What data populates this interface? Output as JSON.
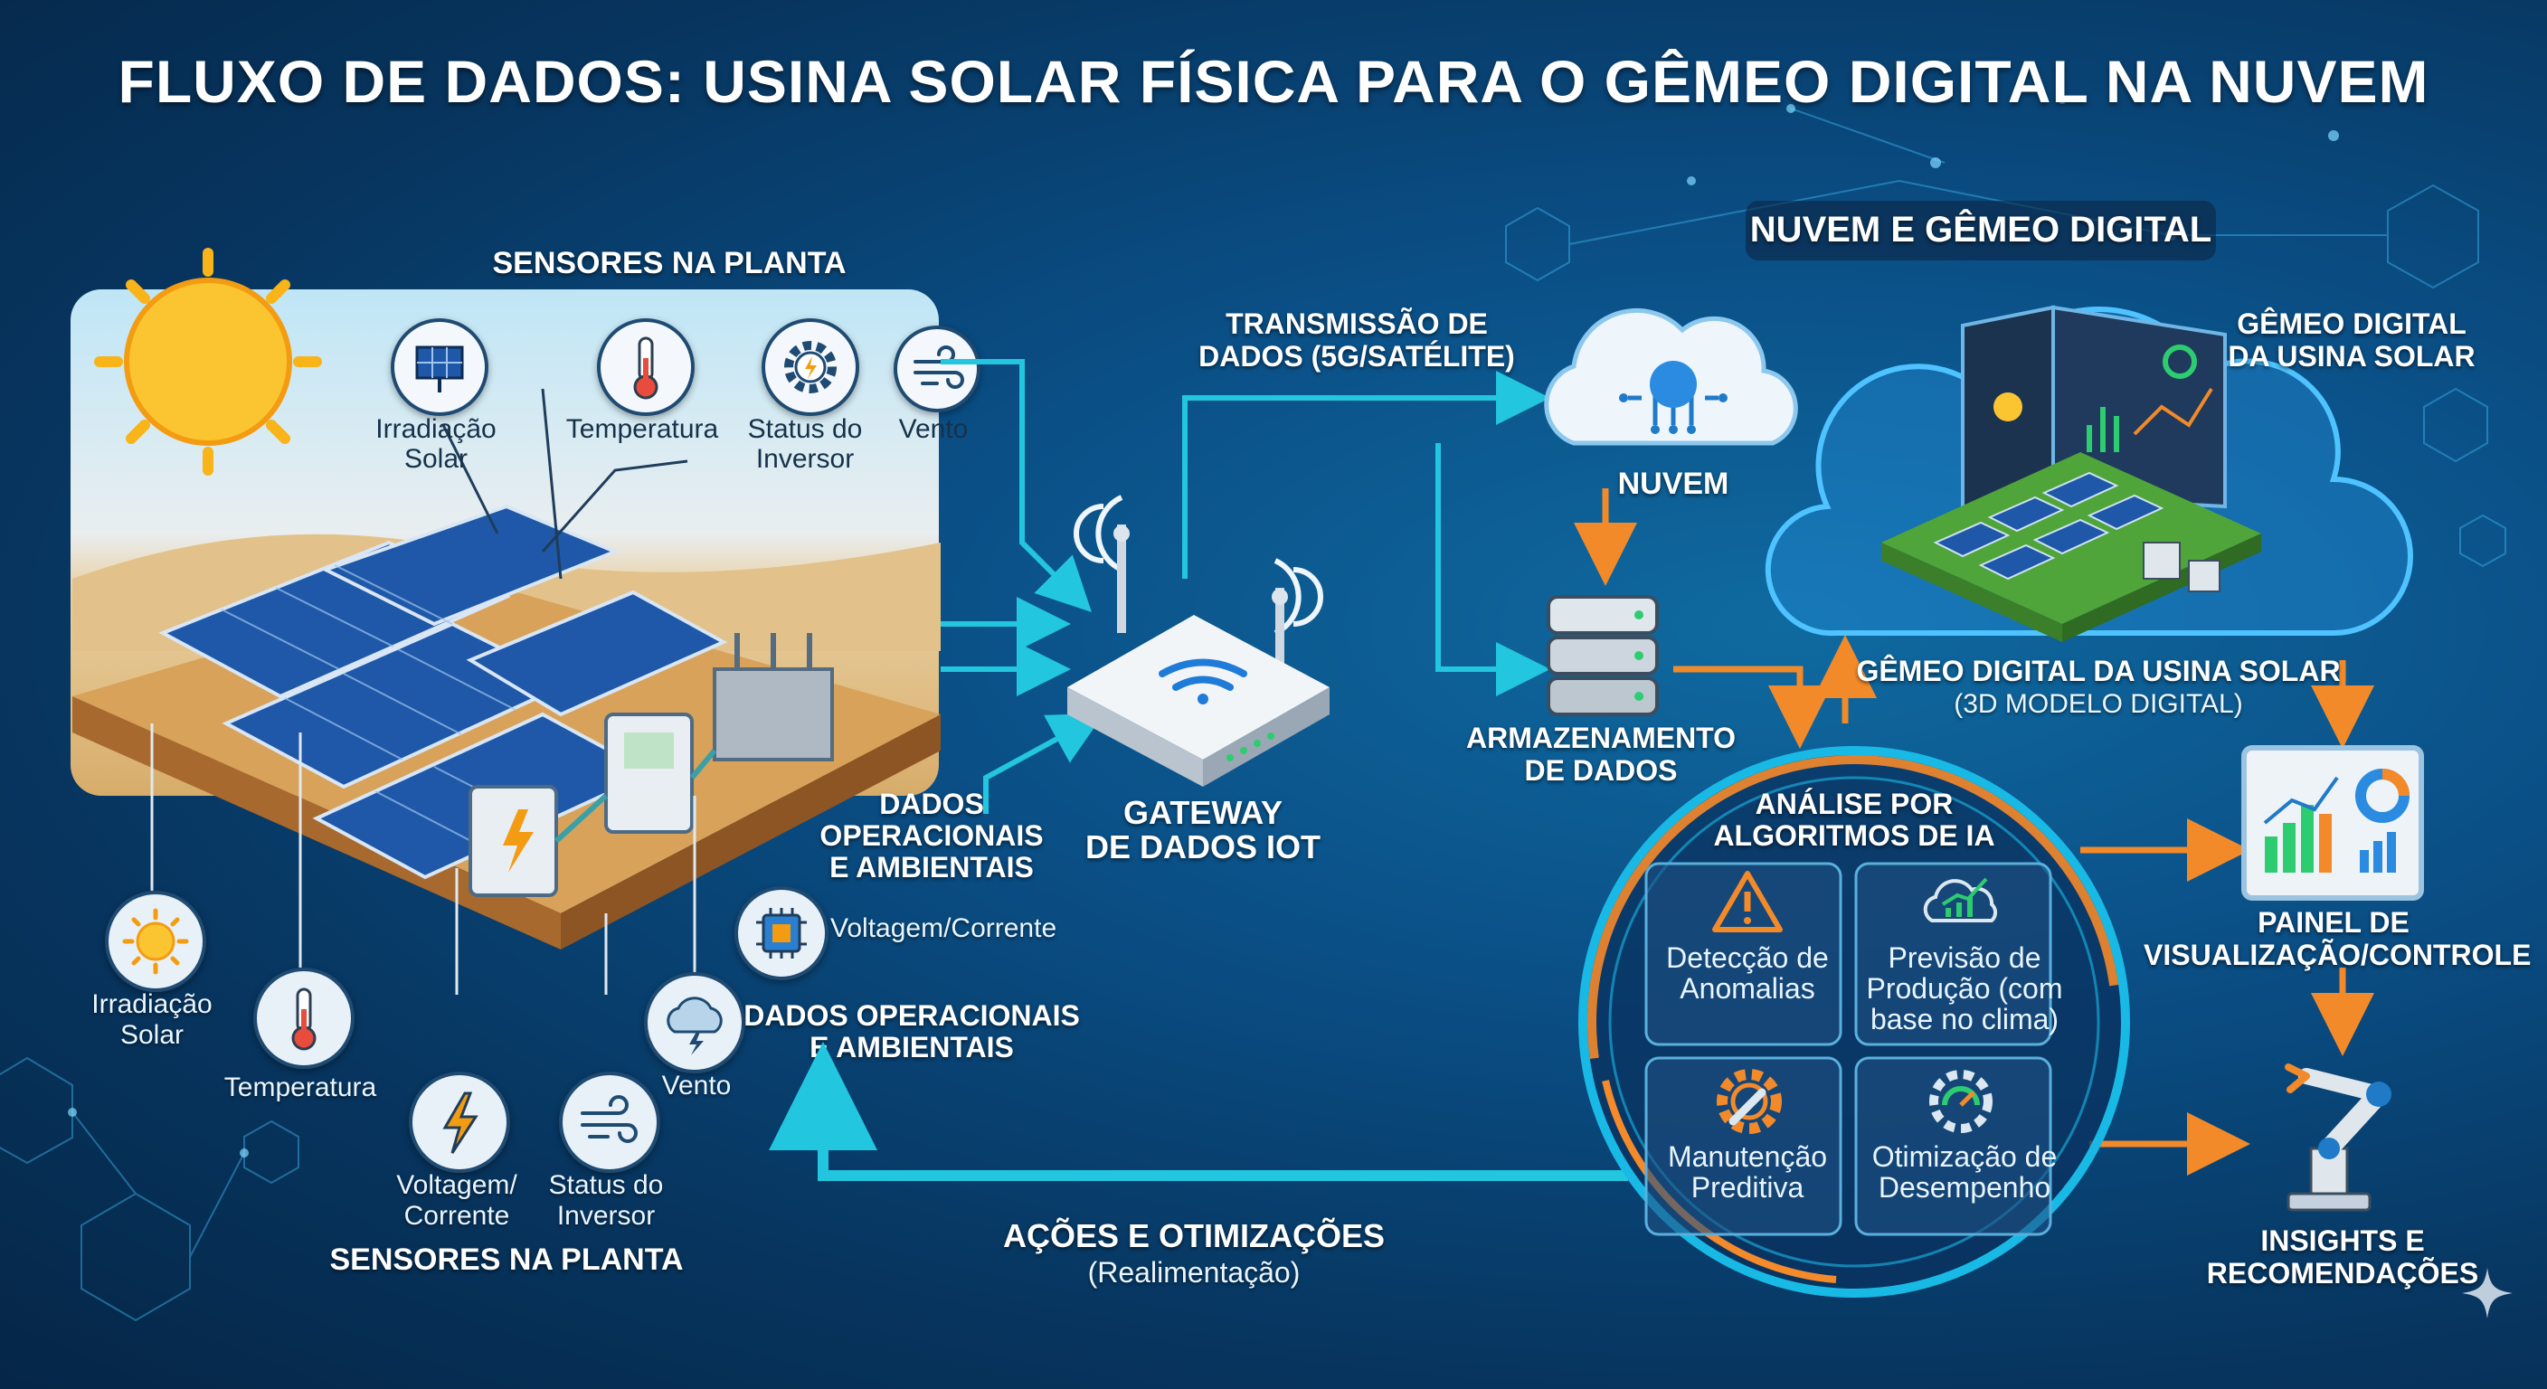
{
  "title": "FLUXO DE DADOS: USINA SOLAR FÍSICA PARA O GÊMEO DIGITAL NA NUVEM",
  "sensors_top": {
    "heading": "SENSORES NA PLANTA",
    "irradiation": [
      "Irradiação",
      "Solar"
    ],
    "temperature": "Temperatura",
    "inverter": [
      "Status do",
      "Inversor"
    ],
    "wind": "Vento"
  },
  "sensors_bottom": {
    "heading": "SENSORES NA PLANTA",
    "irradiation": [
      "Irradiação",
      "Solar"
    ],
    "temperature": "Temperatura",
    "voltage": [
      "Voltagem/",
      "Corrente"
    ],
    "inverter": [
      "Status do",
      "Inversor"
    ],
    "wind": "Vento",
    "voltage_chip": "Voltagem/Corrente"
  },
  "data_labels": {
    "operational_1": [
      "DADOS",
      "OPERACIONAIS",
      "E AMBIENTAIS"
    ],
    "operational_2": [
      "DADOS OPERACIONAIS",
      "E AMBIENTAIS"
    ]
  },
  "gateway": [
    "GATEWAY",
    "DE DADOS IOT"
  ],
  "transmission": [
    "TRANSMISSÃO DE",
    "DADOS (5G/SATÉLITE)"
  ],
  "cloud": {
    "heading": "NUVEM E GÊMEO DIGITAL",
    "nuvem": "NUVEM",
    "storage": [
      "ARMAZENAMENTO",
      "DE DADOS"
    ],
    "twin_side": [
      "GÊMEO DIGITAL",
      "DA USINA SOLAR"
    ],
    "twin_caption": "GÊMEO DIGITAL DA USINA SOLAR",
    "twin_sub": "(3D MODELO DIGITAL)"
  },
  "ai": {
    "heading": [
      "ANÁLISE POR",
      "ALGORITMOS DE IA"
    ],
    "q1": [
      "Detecção de",
      "Anomalias"
    ],
    "q2": [
      "Previsão de",
      "Produção (com",
      "base no clima)"
    ],
    "q3": [
      "Manutenção",
      "Preditiva"
    ],
    "q4": [
      "Otimização de",
      "Desempenho"
    ]
  },
  "dashboard": [
    "PAINEL DE",
    "VISUALIZAÇÃO/CONTROLE"
  ],
  "insights": [
    "INSIGHTS E",
    "RECOMENDAÇÕES"
  ],
  "feedback": {
    "title": "AÇÕES E OTIMIZAÇÕES",
    "sub": "(Realimentação)"
  },
  "colors": {
    "cyan_arrow": "#22c6de",
    "orange_arrow": "#f38a2a",
    "ring_cyan": "#19b9e6",
    "ring_orange": "#f58a2b"
  }
}
